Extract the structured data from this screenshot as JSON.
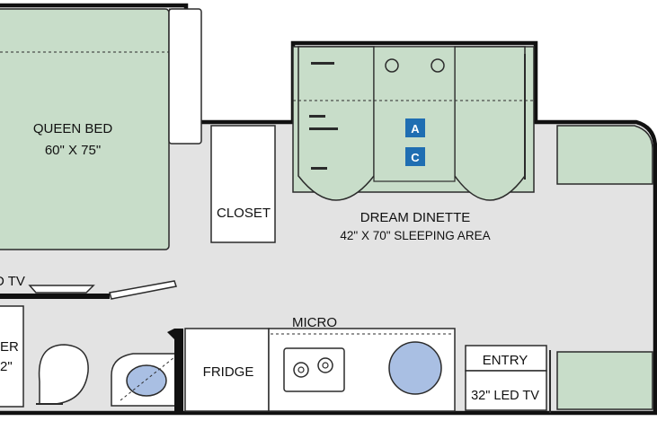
{
  "colors": {
    "floor": "#e3e3e3",
    "furniture": "#c8ddc9",
    "wall": "#111111",
    "outline": "#2b2b2b",
    "badge": "#1f6eb2",
    "sink": "#a9bfe3",
    "white": "#ffffff"
  },
  "labels": {
    "bed_name": "QUEEN BED",
    "bed_size": "60\" X 75\"",
    "closet": "CLOSET",
    "dinette_name": "DREAM DINETTE",
    "dinette_size": "42\" X 70\" SLEEPING AREA",
    "tv_left": "D TV",
    "micro": "MICRO",
    "fridge": "FRIDGE",
    "entry": "ENTRY",
    "tv_entry": "32\" LED TV",
    "shower_line1": "ER",
    "shower_line2": "2\""
  },
  "badges": {
    "a": "A",
    "c": "C"
  },
  "icons": {
    "faucets": "faucet-icon",
    "burners": "burner-icon",
    "sink": "sink-icon",
    "toilet": "toilet-icon"
  }
}
